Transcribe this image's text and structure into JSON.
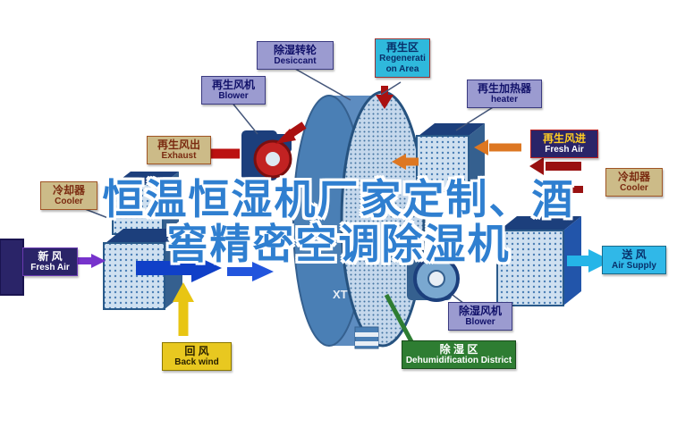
{
  "watermark": {
    "line1": "恒温恒湿机厂家定制、酒",
    "line2": "窖精密空调除湿机"
  },
  "wheel": {
    "logo": "XT"
  },
  "labels": {
    "desiccant": {
      "zh": "除湿转轮",
      "en": "Desiccant"
    },
    "regeneration_area": {
      "zh": "再生区",
      "en": "Regeneration Area"
    },
    "regen_blower": {
      "zh": "再生风机",
      "en": "Blower"
    },
    "regen_heater": {
      "zh": "再生加热器",
      "en": "heater"
    },
    "exhaust": {
      "zh": "再生风出",
      "en": "Exhaust"
    },
    "cooler_left": {
      "zh": "冷却器",
      "en": "Cooler"
    },
    "fresh_air_left": {
      "zh": "新 风",
      "en": "Fresh Air"
    },
    "regen_air_in": {
      "zh": "再生风进",
      "en": "Fresh Air"
    },
    "cooler_right": {
      "zh": "冷却器",
      "en": "Cooler"
    },
    "air_supply": {
      "zh": "送 风",
      "en": "Air Supply"
    },
    "back_wind": {
      "zh": "回 风",
      "en": "Back wind"
    },
    "dehumid_blower": {
      "zh": "除湿风机",
      "en": "Blower"
    },
    "dehumid_district": {
      "zh": "除 湿 区",
      "en": "Dehumidification District"
    }
  },
  "colors": {
    "watermark_blue": "#2f7fd0",
    "wheel_blue": "#4a7fb5",
    "arrow_red": "#bb1111",
    "arrow_dark_red": "#991111",
    "arrow_orange": "#dd7722",
    "arrow_blue": "#1040c8",
    "arrow_purple": "#5a2ca0",
    "arrow_yellow": "#e8c513",
    "arrow_cyan": "#25b5e8",
    "label_periwinkle": "#9b9bd0",
    "label_tan": "#ccbb88",
    "label_navy": "#2a2468",
    "label_green": "#2e7d32",
    "label_cyan": "#2fb9dc",
    "label_yellow": "#e8c820"
  }
}
